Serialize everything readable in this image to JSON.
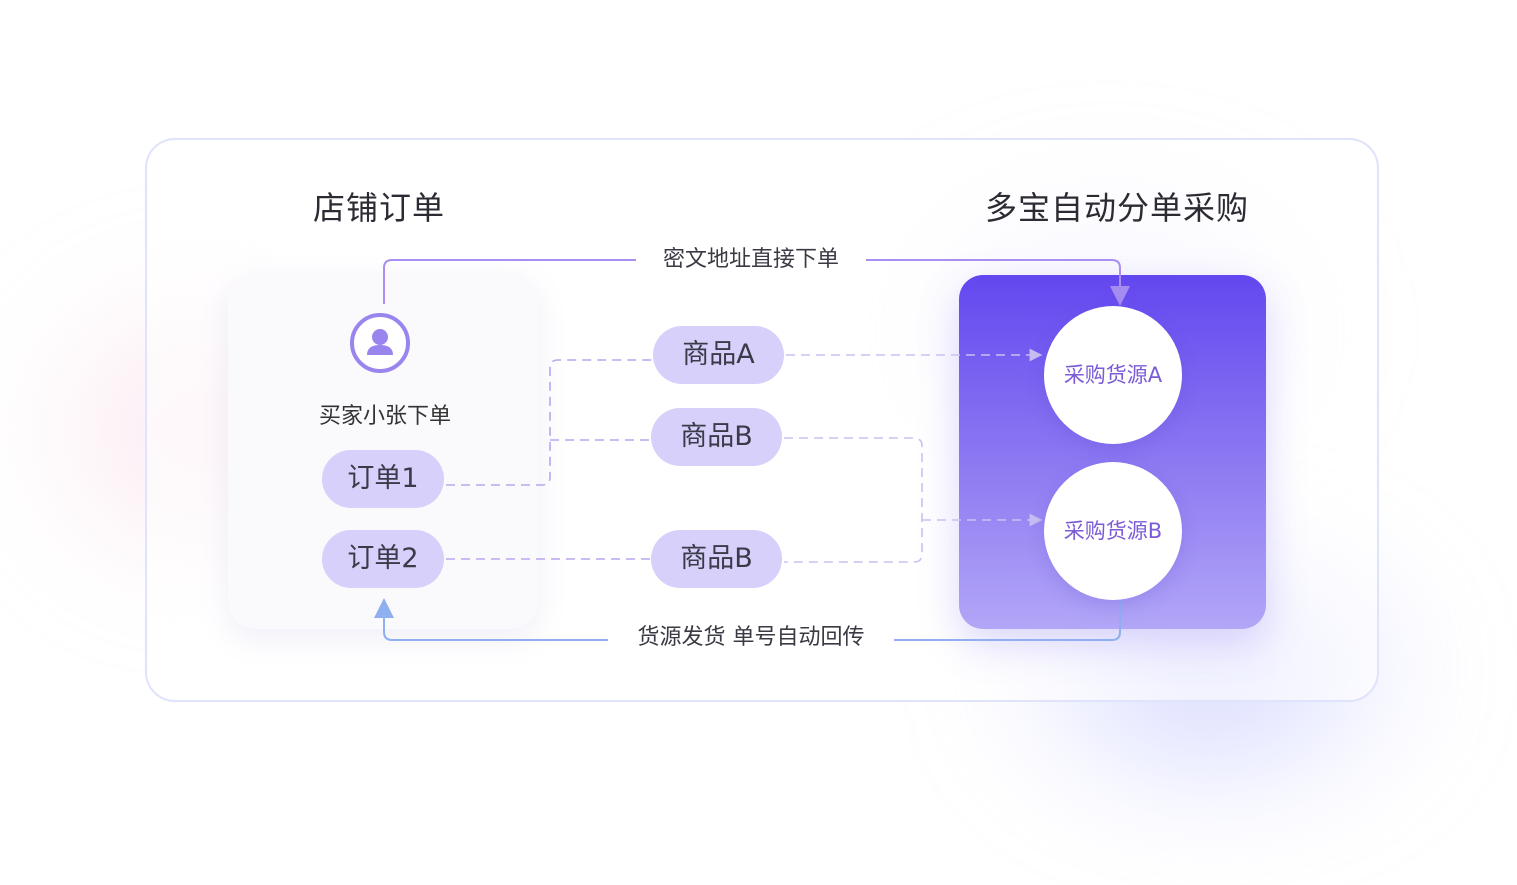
{
  "titles": {
    "left": "店铺订单",
    "right": "多宝自动分单采购"
  },
  "buyer": {
    "label": "买家小张下单",
    "icon": "user-avatar-icon"
  },
  "orders": [
    "订单1",
    "订单2"
  ],
  "goods": [
    "商品A",
    "商品B",
    "商品B"
  ],
  "sources": [
    "采购货源A",
    "采购货源B"
  ],
  "flows": {
    "top": "密文地址直接下单",
    "bottom": "货源发货 单号自动回传"
  },
  "colors": {
    "accent": "#7b5bd6",
    "pill_bg": "#d6d0fb",
    "card_gradient_top": "#6347ef",
    "card_gradient_bottom": "#b2a6f7",
    "dashed_line": "#c9bdf3",
    "return_line": "#8fb0f0"
  }
}
